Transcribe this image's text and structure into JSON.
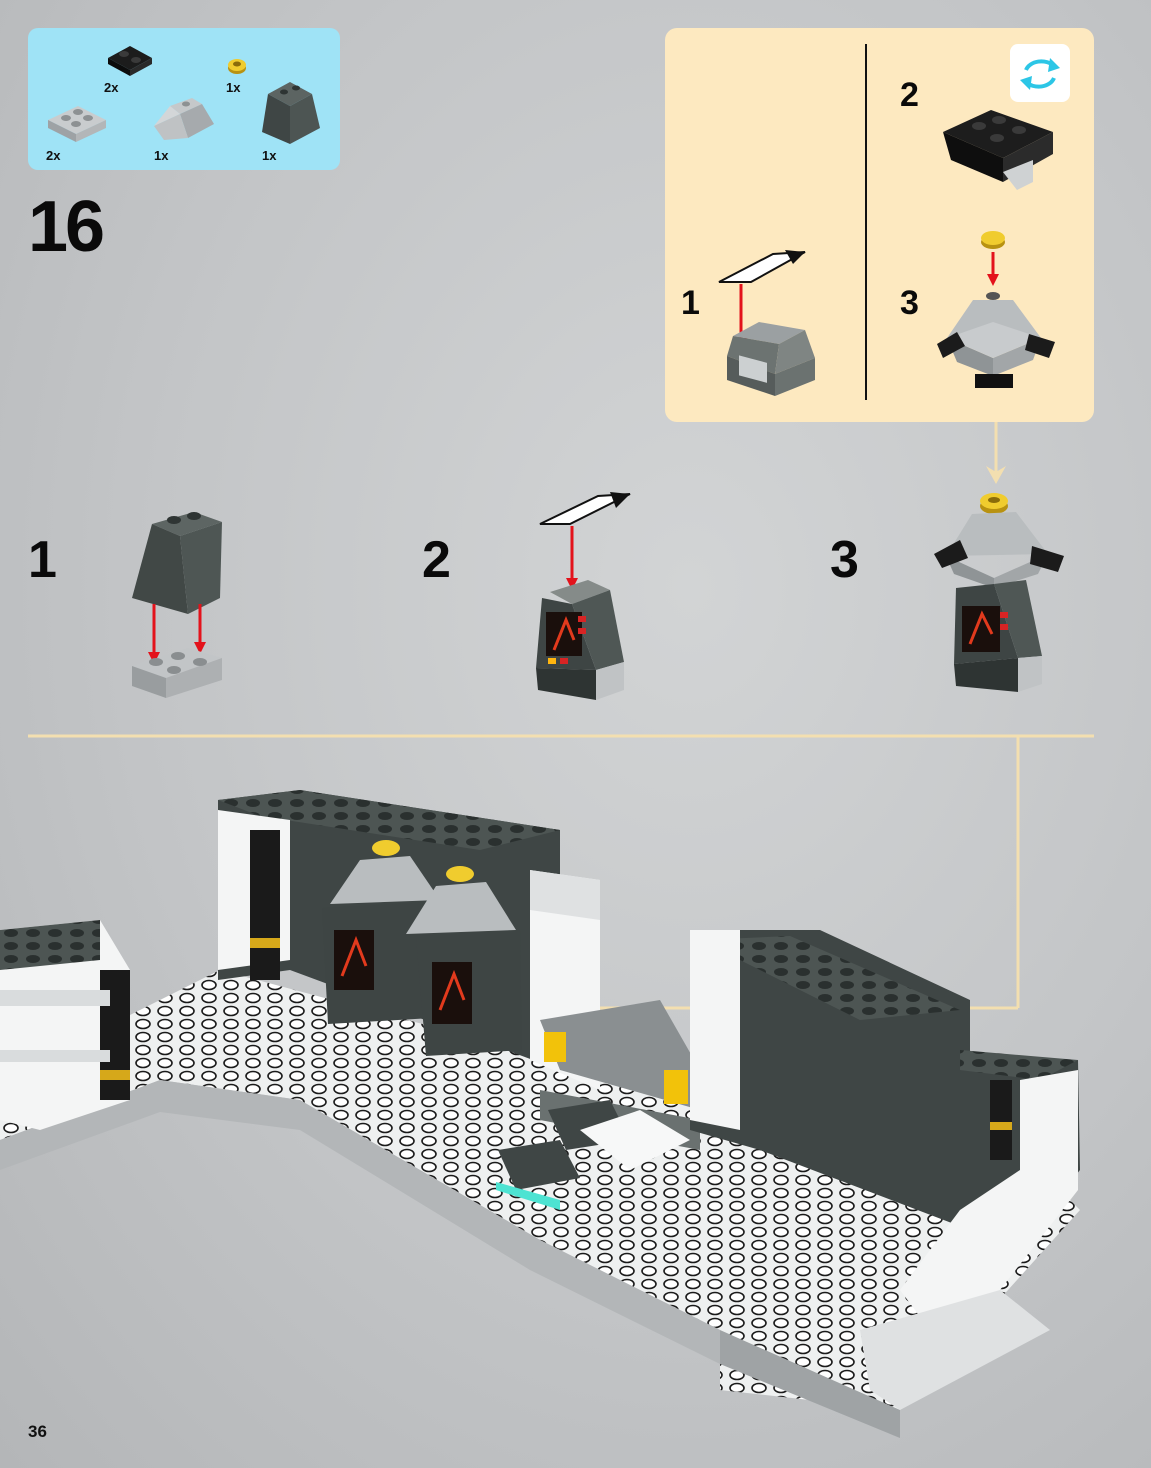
{
  "page": {
    "number": "36"
  },
  "step": {
    "number": "16"
  },
  "parts_list": {
    "items": [
      {
        "qty": "2x",
        "part": "black-plate-with-clips"
      },
      {
        "qty": "1x",
        "part": "gold-round-stud"
      },
      {
        "qty": "2x",
        "part": "grey-plate-2x2"
      },
      {
        "qty": "1x",
        "part": "grey-slope-pyramid"
      },
      {
        "qty": "1x",
        "part": "dark-grey-slope-brick"
      }
    ]
  },
  "callout": {
    "steps": [
      {
        "number": "1"
      },
      {
        "number": "2"
      },
      {
        "number": "3"
      }
    ],
    "rotate_icon": "rotate-arrows-icon"
  },
  "substeps": [
    {
      "number": "1"
    },
    {
      "number": "2"
    },
    {
      "number": "3"
    }
  ],
  "colors": {
    "parts_box": "#9fe3f6",
    "callout_box": "#fde9c0",
    "guide_line": "#f3dfb0",
    "arrow_red": "#e3121b"
  }
}
